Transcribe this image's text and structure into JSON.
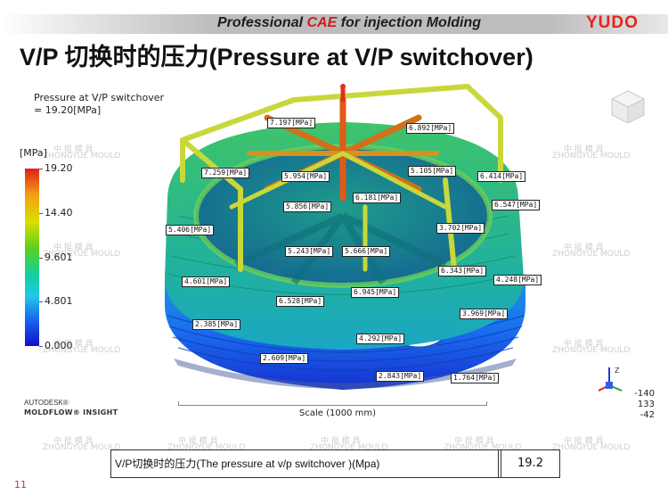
{
  "header": {
    "title_prefix": "Professional ",
    "title_highlight": "CAE",
    "title_suffix": " for injection Molding",
    "brand": "YUDO",
    "colors": {
      "brand": "#e8231a",
      "highlight": "#d01c1c",
      "bar": "#bdbdbd"
    }
  },
  "title": "V/P 切换时的压力(Pressure at V/P switchover)",
  "result_info": {
    "line1": "Pressure at V/P switchover",
    "line2": "= 19.20[MPa]"
  },
  "legend": {
    "unit": "[MPa]",
    "ticks": [
      {
        "label": "19.20",
        "fraction": 1.0
      },
      {
        "label": "14.40",
        "fraction": 0.75
      },
      {
        "label": "9.601",
        "fraction": 0.5
      },
      {
        "label": "4.801",
        "fraction": 0.25
      },
      {
        "label": "0.000",
        "fraction": 0.0
      }
    ]
  },
  "labels": [
    {
      "text": "7.197[MPa]"
    },
    {
      "text": "6.892[MPa]"
    },
    {
      "text": "7.259[MPa]"
    },
    {
      "text": "5.954[MPa]"
    },
    {
      "text": "5.105[MPa]"
    },
    {
      "text": "6.414[MPa]"
    },
    {
      "text": "6.181[MPa]"
    },
    {
      "text": "5.856[MPa]"
    },
    {
      "text": "6.547[MPa]"
    },
    {
      "text": "5.406[MPa]"
    },
    {
      "text": "3.702[MPa]"
    },
    {
      "text": "5.243[MPa]"
    },
    {
      "text": "5.666[MPa]"
    },
    {
      "text": "6.343[MPa]"
    },
    {
      "text": "4.601[MPa]"
    },
    {
      "text": "4.248[MPa]"
    },
    {
      "text": "6.945[MPa]"
    },
    {
      "text": "6.528[MPa]"
    },
    {
      "text": "3.969[MPa]"
    },
    {
      "text": "2.385[MPa]"
    },
    {
      "text": "4.292[MPa]"
    },
    {
      "text": "2.609[MPa]"
    },
    {
      "text": "2.843[MPa]"
    },
    {
      "text": "1.764[MPa]"
    }
  ],
  "watermark": {
    "cn": "中 挺 模 具",
    "en": "ZHONGYUE MOULD"
  },
  "software": {
    "company": "AUTODESK®",
    "product": "MOLDFLOW® INSIGHT"
  },
  "scale": "Scale (1000 mm)",
  "axis_triad": {
    "z_label": "Z"
  },
  "view_coords": [
    "-140",
    "133",
    "-42"
  ],
  "table": {
    "label": "V/P切换时的压力(The pressure at  v/p switchover )(Mpa)",
    "value": "19.2"
  },
  "page_number": "11"
}
